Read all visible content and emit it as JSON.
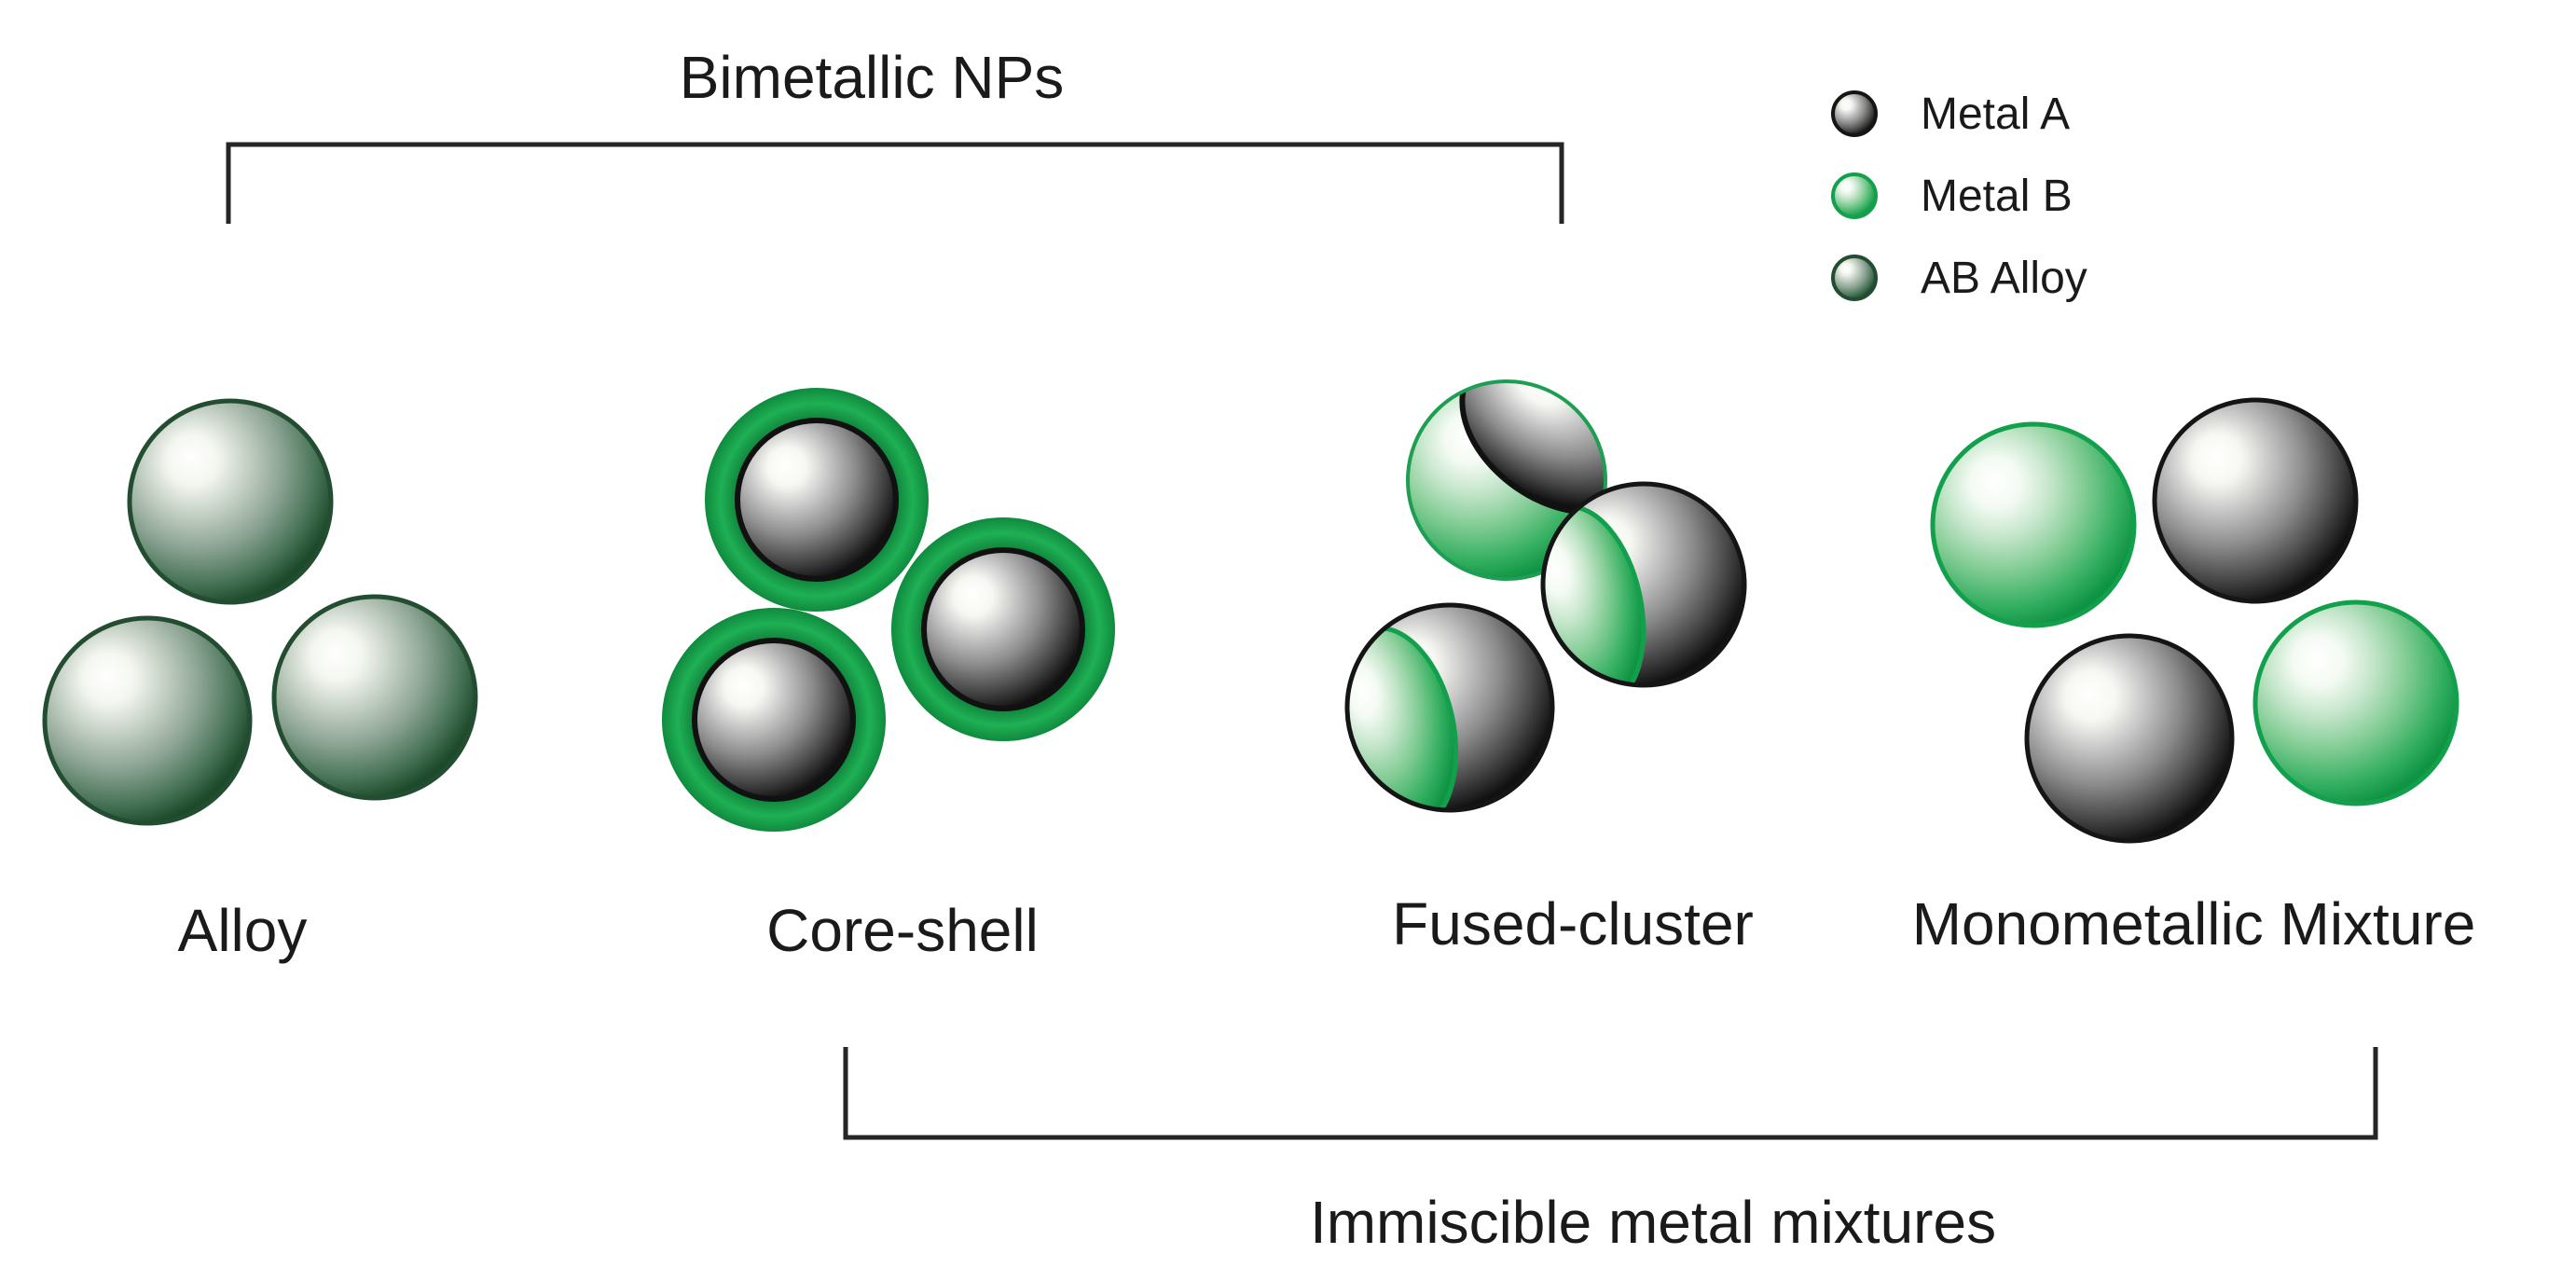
{
  "brackets": {
    "top_label": "Bimetallic NPs",
    "bottom_label": "Immiscible metal mixtures"
  },
  "legend": {
    "items": [
      {
        "label": "Metal A",
        "color": "#1f1f1f"
      },
      {
        "label": "Metal B",
        "color": "#1ea656"
      },
      {
        "label": "AB Alloy",
        "color": "#2f5e3e"
      }
    ]
  },
  "structures": [
    {
      "label": "Alloy"
    },
    {
      "label": "Core-shell"
    },
    {
      "label": "Fused-cluster"
    },
    {
      "label": "Monometallic Mixture"
    }
  ],
  "colors": {
    "metal_a_edge": "#151515",
    "metal_b_edge": "#13a04c",
    "alloy_edge": "#234d31",
    "bracket_line": "#262626",
    "text": "#1a1a1a"
  }
}
